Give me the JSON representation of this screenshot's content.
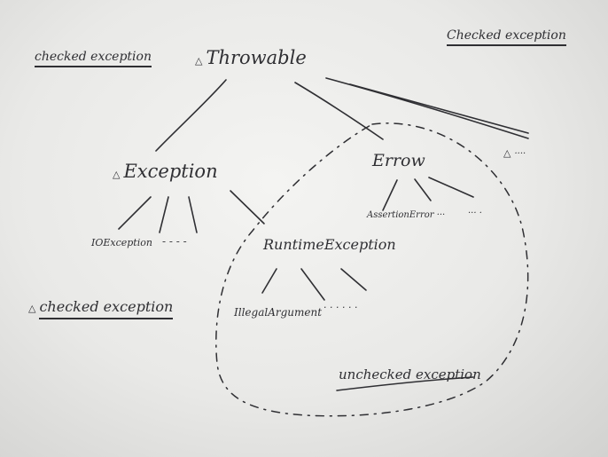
{
  "nodes": {
    "throwable": "Throwable",
    "exception": "Exception",
    "error": "Errow",
    "ioexception": "IOException",
    "io_ellipsis": "- - - -",
    "runtime_exception": "RuntimeException",
    "illegal_argument": "IllegalArgument",
    "ia_ellipsis": "· · ·   · · ·",
    "assertion_error": "AssertionError ···",
    "error_ellipsis": "···  ·",
    "right_ellipsis": "····"
  },
  "labels": {
    "checked_top_left": "checked exception",
    "checked_top_right": "Checked exception",
    "checked_bottom_left": "checked exception",
    "unchecked": "unchecked exception"
  },
  "marker": "△",
  "colors": {
    "ink": "#2f2f33",
    "paper": "#ececea"
  }
}
